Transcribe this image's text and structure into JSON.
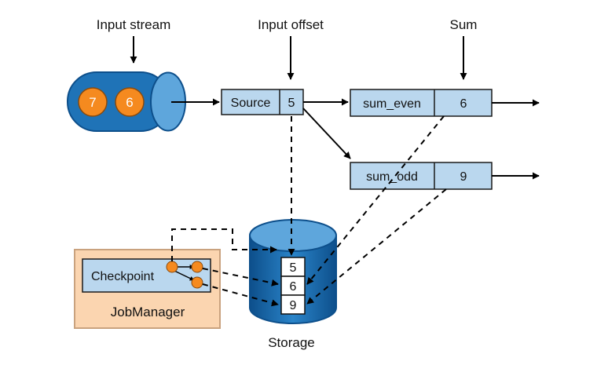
{
  "labels": {
    "input_stream": "Input stream",
    "input_offset": "Input offset",
    "sum": "Sum",
    "storage": "Storage",
    "jobmanager": "JobManager",
    "checkpoint": "Checkpoint"
  },
  "stream_events": [
    "7",
    "6"
  ],
  "source": {
    "name": "Source",
    "offset": "5"
  },
  "sum_even": {
    "name": "sum_even",
    "value": "6"
  },
  "sum_odd": {
    "name": "sum_odd",
    "value": "9"
  },
  "storage_values": [
    "5",
    "6",
    "9"
  ],
  "colors": {
    "stream_blue": "#1f73b7",
    "stream_dark": "#0d4f8b",
    "event_orange": "#f58a1f",
    "box_fill": "#bad7ee",
    "job_fill": "#fbd5b0",
    "job_border": "#c9a27e"
  }
}
